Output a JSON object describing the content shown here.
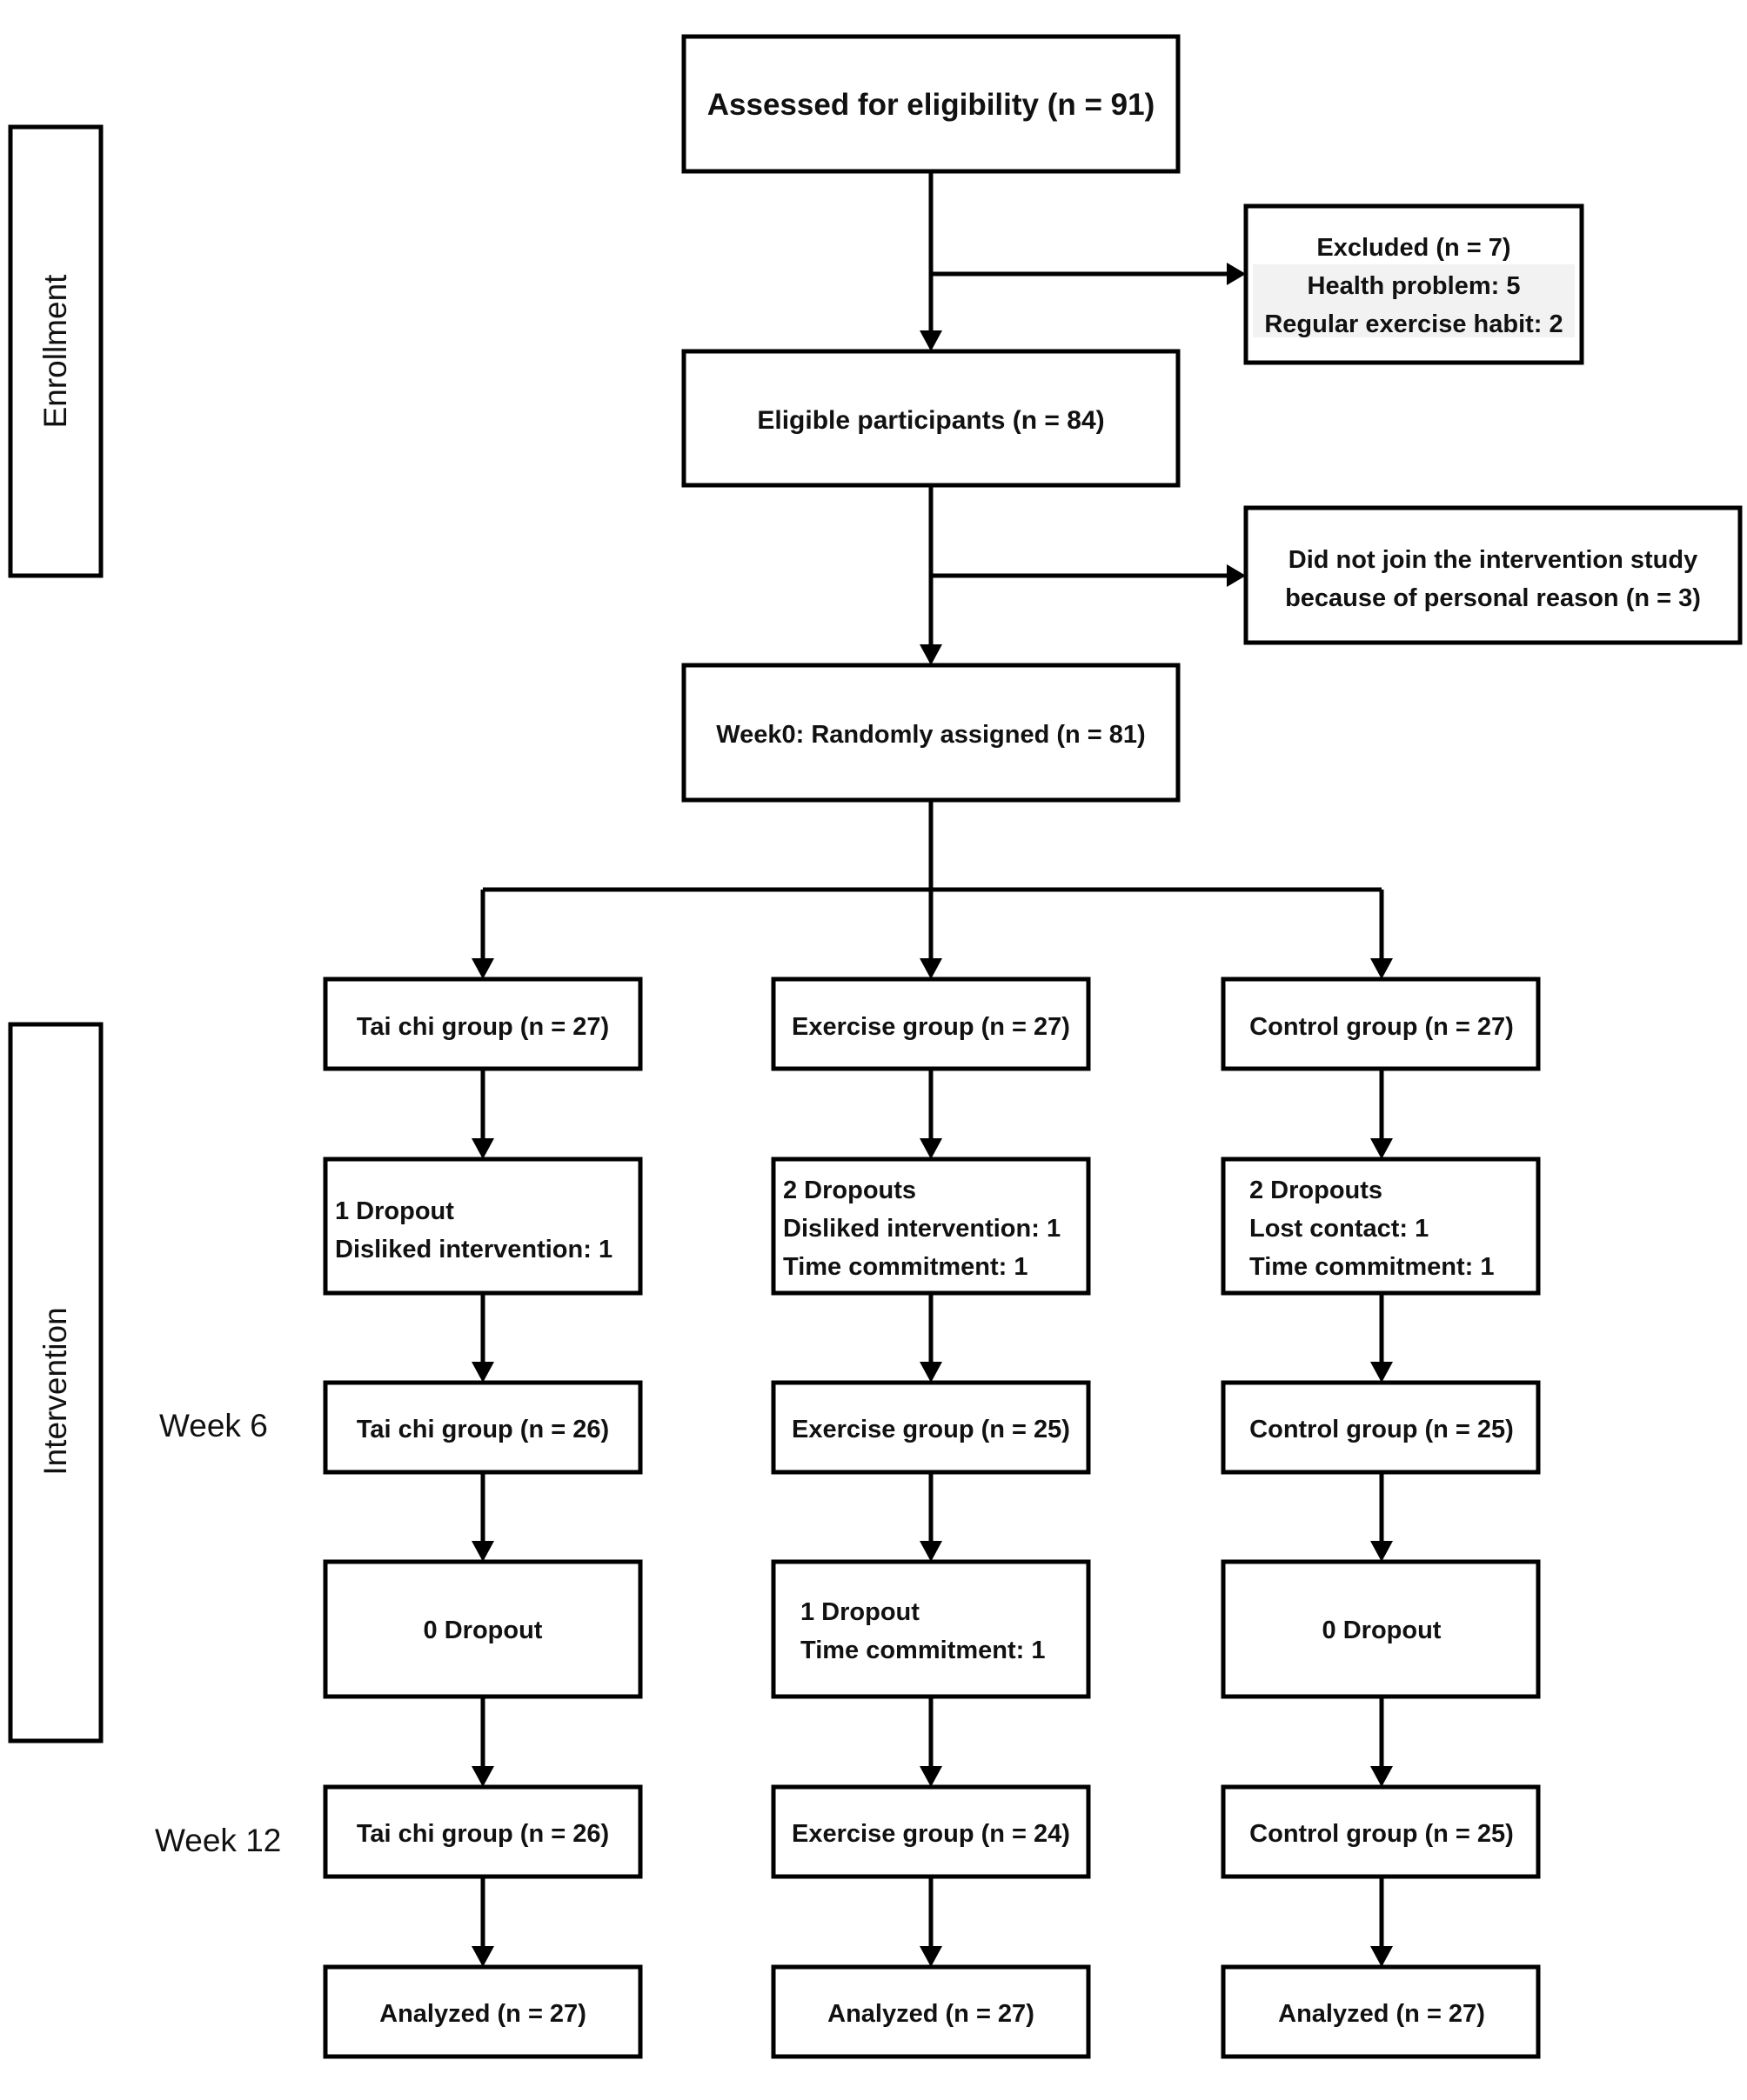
{
  "side_labels": {
    "enrollment": "Enrollment",
    "intervention": "Intervention",
    "week6": "Week 6",
    "week12": "Week 12"
  },
  "boxes": {
    "assessed": "Assessed for eligibility (n = 91)",
    "excluded": [
      "Excluded (n = 7)",
      "Health problem: 5",
      "Regular exercise habit: 2"
    ],
    "eligible": "Eligible participants (n = 84)",
    "not_joined": [
      "Did not join the intervention study",
      "because of personal reason (n = 3)"
    ],
    "randomized": "Week0: Randomly assigned (n = 81)"
  },
  "groups": [
    {
      "start": "Tai chi group (n = 27)",
      "dropout1": [
        "1 Dropout",
        "Disliked intervention: 1"
      ],
      "week6": "Tai chi group (n = 26)",
      "dropout2": [
        "0 Dropout"
      ],
      "week12": "Tai chi group (n = 26)",
      "analyzed": "Analyzed (n = 27)"
    },
    {
      "start": "Exercise group (n = 27)",
      "dropout1": [
        "2 Dropouts",
        "Disliked intervention: 1",
        "Time commitment: 1"
      ],
      "week6": "Exercise group (n = 25)",
      "dropout2": [
        "1 Dropout",
        "Time commitment: 1"
      ],
      "week12": "Exercise group (n = 24)",
      "analyzed": "Analyzed (n = 27)"
    },
    {
      "start": "Control group (n = 27)",
      "dropout1": [
        "2 Dropouts",
        "Lost contact: 1",
        "Time commitment: 1"
      ],
      "week6": "Control group (n = 25)",
      "dropout2": [
        "0 Dropout"
      ],
      "week12": "Control group (n = 25)",
      "analyzed": "Analyzed (n = 27)"
    }
  ]
}
